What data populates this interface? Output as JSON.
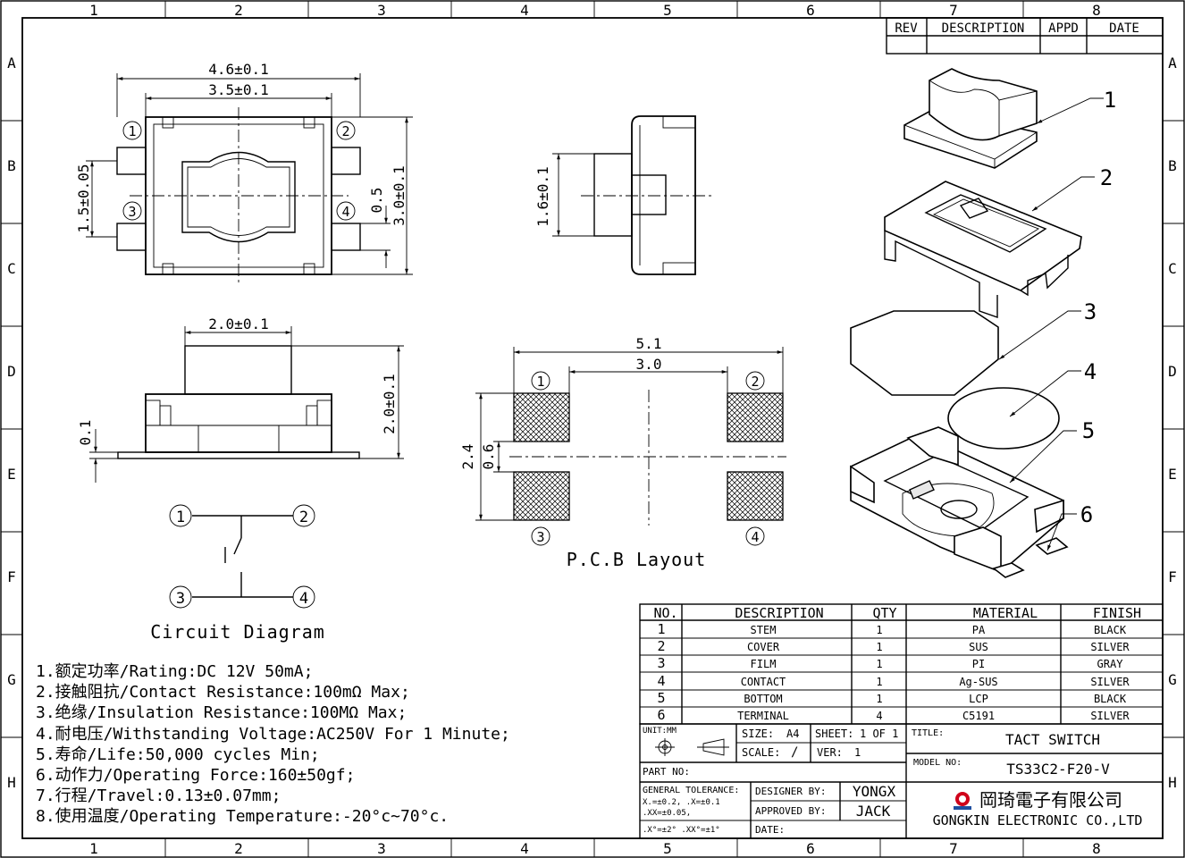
{
  "frame": {
    "col_numbers": [
      "1",
      "2",
      "3",
      "4",
      "5",
      "6",
      "7",
      "8"
    ],
    "row_letters": [
      "A",
      "B",
      "C",
      "D",
      "E",
      "F",
      "G",
      "H"
    ]
  },
  "revision": {
    "headers": [
      "REV",
      "DESCRIPTION",
      "APPD",
      "DATE"
    ]
  },
  "top_view": {
    "dim_width": "4.6±0.1",
    "dim_inner": "3.5±0.1",
    "dim_height": "3.0±0.1",
    "dim_pin_pitch": "1.5±0.05",
    "dim_pin_width": "0.5",
    "pins": [
      "1",
      "2",
      "3",
      "4"
    ]
  },
  "side_view": {
    "dim_height": "1.6±0.1"
  },
  "front_view": {
    "dim_stem": "2.0±0.1",
    "dim_total": "2.0±0.1",
    "dim_base": "0.1"
  },
  "pcb": {
    "dim_outer": "5.1",
    "dim_inner": "3.0",
    "dim_height": "2.4",
    "dim_gap": "0.6",
    "pins": [
      "1",
      "2",
      "3",
      "4"
    ],
    "label": "P.C.B Layout"
  },
  "circuit": {
    "pins": [
      "1",
      "2",
      "3",
      "4"
    ],
    "label": "Circuit Diagram"
  },
  "exploded": {
    "callouts": [
      "1",
      "2",
      "3",
      "4",
      "5",
      "6"
    ]
  },
  "specs": [
    "1.额定功率/Rating:DC 12V 50mA;",
    "2.接触阻抗/Contact Resistance:100mΩ Max;",
    "3.绝缘/Insulation Resistance:100MΩ Max;",
    "4.耐电压/Withstanding Voltage:AC250V For 1 Minute;",
    "5.寿命/Life:50,000 cycles Min;",
    "6.动作力/Operating Force:160±50gf;",
    "7.行程/Travel:0.13±0.07mm;",
    "8.使用温度/Operating Temperature:-20°c~70°c."
  ],
  "bom": {
    "headers": [
      "NO.",
      "DESCRIPTION",
      "QTY",
      "MATERIAL",
      "FINISH"
    ],
    "rows": [
      [
        "1",
        "STEM",
        "1",
        "PA",
        "BLACK"
      ],
      [
        "2",
        "COVER",
        "1",
        "SUS",
        "SILVER"
      ],
      [
        "3",
        "FILM",
        "1",
        "PI",
        "GRAY"
      ],
      [
        "4",
        "CONTACT",
        "1",
        "Ag-SUS",
        "SILVER"
      ],
      [
        "5",
        "BOTTOM",
        "1",
        "LCP",
        "BLACK"
      ],
      [
        "6",
        "TERMINAL",
        "4",
        "C5191",
        "SILVER"
      ]
    ]
  },
  "title_block": {
    "unit_label": "UNIT:MM",
    "size_label": "SIZE:",
    "size_value": "A4",
    "sheet_label": "SHEET:",
    "sheet_value": "1 OF 1",
    "scale_label": "SCALE:",
    "scale_value": "/",
    "ver_label": "VER:",
    "ver_value": "1",
    "title_label": "TITLE:",
    "title_value": "TACT SWITCH",
    "model_label": "MODEL NO:",
    "model_value": "TS33C2-F20-V",
    "part_label": "PART NO:",
    "tolerance_title": "GENERAL TOLERANCE:",
    "tolerance_line1": "X.=±0.2,    .X=±0.1",
    "tolerance_line2": ".XX=±0.05,",
    "tolerance_line3": ".X°=±2°  .XX°=±1°",
    "designer_label": "DESIGNER BY:",
    "designer_value": "YONGX",
    "approved_label": "APPROVED BY:",
    "approved_value": "JACK",
    "date_label": "DATE:",
    "company_cn": "岡琦電子有限公司",
    "company_en": "GONGKIN ELECTRONIC CO.,LTD"
  },
  "colors": {
    "ink": "#000000",
    "hatch": "#000000",
    "logo_red": "#d0021b",
    "logo_blue": "#1f4fa0"
  }
}
